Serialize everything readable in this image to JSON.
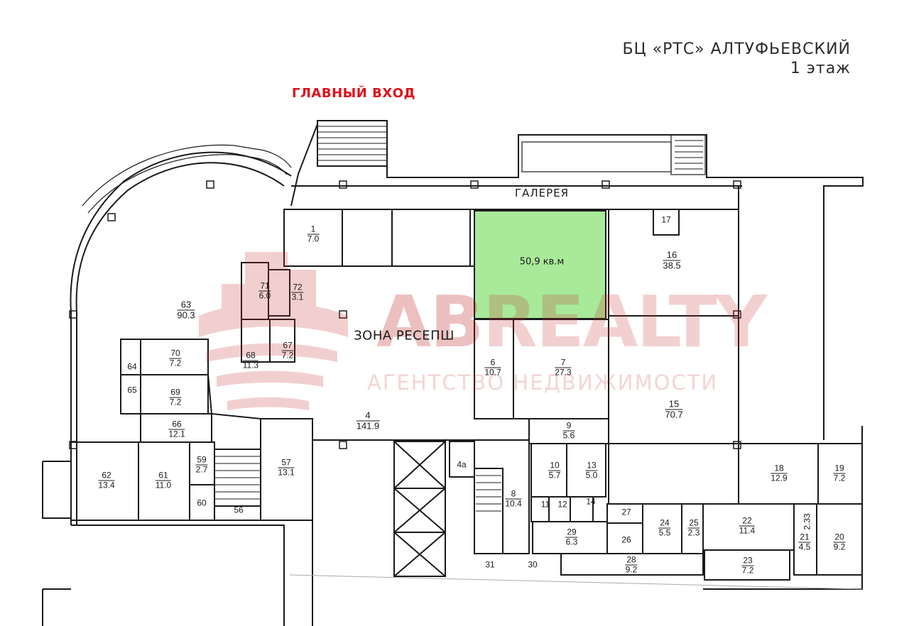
{
  "header": {
    "building": "БЦ «РТС» АЛТУФЬЕВСКИЙ",
    "floor": "1 этаж"
  },
  "entrance_label": "ГЛАВНЫЙ ВХОД",
  "gallery_label": "ГАЛЕРЕЯ",
  "reception_label": "ЗОНА РЕСЕПШ",
  "highlight": {
    "area_label": "50,9 кв.м",
    "color": "#a8e99a"
  },
  "watermark": {
    "name_part1": "AB",
    "name_part2": "REALTY",
    "tagline": "АГЕНТСТВО НЕДВИЖИМОСТИ",
    "color": "#c82828"
  },
  "rooms": [
    {
      "id": "1",
      "number": "1",
      "area": "7.0"
    },
    {
      "id": "4",
      "number": "4",
      "area": "141.9"
    },
    {
      "id": "4a",
      "number": "4а",
      "area": ""
    },
    {
      "id": "6",
      "number": "6",
      "area": "10.7"
    },
    {
      "id": "7",
      "number": "7",
      "area": "27.3"
    },
    {
      "id": "8",
      "number": "8",
      "area": "10.4"
    },
    {
      "id": "9",
      "number": "9",
      "area": "5.6"
    },
    {
      "id": "10",
      "number": "10",
      "area": "5.7"
    },
    {
      "id": "11",
      "number": "11",
      "area": ""
    },
    {
      "id": "12",
      "number": "12",
      "area": ""
    },
    {
      "id": "13",
      "number": "13",
      "area": "5.0"
    },
    {
      "id": "14",
      "number": "14",
      "area": ""
    },
    {
      "id": "15",
      "number": "15",
      "area": "70.7"
    },
    {
      "id": "16",
      "number": "16",
      "area": "38.5"
    },
    {
      "id": "17",
      "number": "17",
      "area": ""
    },
    {
      "id": "18",
      "number": "18",
      "area": "12.9"
    },
    {
      "id": "19",
      "number": "19",
      "area": "7.2"
    },
    {
      "id": "20",
      "number": "20",
      "area": "9.2"
    },
    {
      "id": "21",
      "number": "21",
      "area": "4.5"
    },
    {
      "id": "22",
      "number": "22",
      "area": "11.4"
    },
    {
      "id": "23",
      "number": "23",
      "area": "7.2"
    },
    {
      "id": "24",
      "number": "24",
      "area": "5.5"
    },
    {
      "id": "25",
      "number": "25",
      "area": "2.3"
    },
    {
      "id": "26",
      "number": "26",
      "area": ""
    },
    {
      "id": "27",
      "number": "27",
      "area": ""
    },
    {
      "id": "28",
      "number": "28",
      "area": "9.2"
    },
    {
      "id": "29",
      "number": "29",
      "area": "6.3"
    },
    {
      "id": "30",
      "number": "30",
      "area": ""
    },
    {
      "id": "31",
      "number": "31",
      "area": ""
    },
    {
      "id": "56",
      "number": "56",
      "area": ""
    },
    {
      "id": "57",
      "number": "57",
      "area": "13.1"
    },
    {
      "id": "59",
      "number": "59",
      "area": "2.7"
    },
    {
      "id": "60",
      "number": "60",
      "area": ""
    },
    {
      "id": "61",
      "number": "61",
      "area": "11.0"
    },
    {
      "id": "62",
      "number": "62",
      "area": "13.4"
    },
    {
      "id": "64",
      "number": "64",
      "area": ""
    },
    {
      "id": "65",
      "number": "65",
      "area": ""
    },
    {
      "id": "66",
      "number": "66",
      "area": "12.1"
    },
    {
      "id": "67",
      "number": "67",
      "area": "7.2"
    },
    {
      "id": "68",
      "number": "68",
      "area": "11.3"
    },
    {
      "id": "69",
      "number": "69",
      "area": "7.2"
    },
    {
      "id": "70",
      "number": "70",
      "area": "7.2"
    },
    {
      "id": "71",
      "number": "71",
      "area": "6.0"
    },
    {
      "id": "72",
      "number": "72",
      "area": "3.1"
    },
    {
      "id": "63",
      "number": "63",
      "area": "90.3"
    },
    {
      "id": "side",
      "number": "2.33",
      "area": ""
    }
  ]
}
